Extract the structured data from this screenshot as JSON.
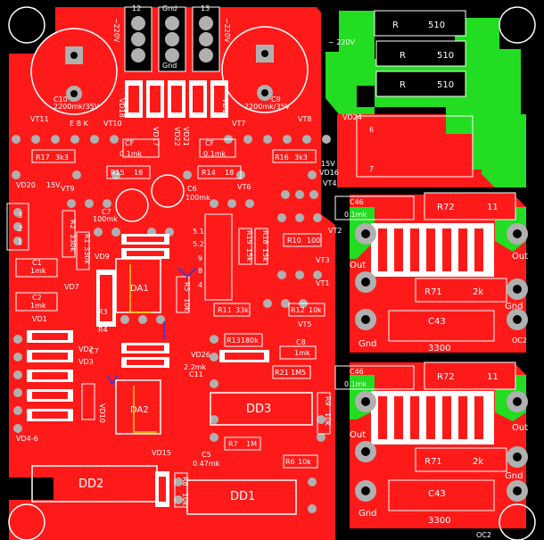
{
  "colors": {
    "background": "#000000",
    "copper_red": "#ff1a1a",
    "copper_green": "#22dd22",
    "pad_gray": "#b0b0b0",
    "silk": "#ffffff",
    "yellow": "#e8d000",
    "blue": "#1c3cff"
  },
  "labels": {
    "voltage_left": "~220V",
    "voltage_right": "~220V",
    "voltage_top_right": "~ 220V",
    "pin_12": "12",
    "pin_13": "13",
    "pin_gnd_top": "Gnd",
    "pin_gnd_bottom": "Gnd",
    "c10": "C10",
    "c10_val": "2200mk/35V",
    "c9": "C9",
    "c9_val": "2200mk/35V",
    "r_top1": "R",
    "r_top1_val": "510",
    "r_top2": "R",
    "r_top2_val": "510",
    "r_top3": "R",
    "r_top3_val": "510",
    "vt11": "VT11",
    "vt10": "VT10",
    "vt7": "VT7",
    "vt8": "VT8",
    "vt9": "VT9",
    "vt4": "VT4",
    "vt2": "VT2",
    "vt3": "VT3",
    "vt1": "VT1",
    "vt5": "VT5",
    "vt6": "VT6",
    "vd18_l": "VD18",
    "vd17": "VD17",
    "vd21": "VD21",
    "vd18_r": "VD18",
    "vd22": "VD22",
    "vd24": "VD24",
    "vd16": "VD16",
    "vd20": "VD20",
    "vd20_val": "15V",
    "vd9": "VD9",
    "vd7": "VD7",
    "vd1": "VD1",
    "vd2": "VD2",
    "vd3": "VD3",
    "vd4_6": "VD4-6",
    "vd10": "VD10",
    "vd15": "VD15",
    "vd26": "VD26",
    "cf_left": "CF",
    "cf_left_val": "0.1mk",
    "cf_right": "CF",
    "cf_right_val": "0.1mk",
    "r17": "R17",
    "r17_val": "3k3",
    "r16": "R16",
    "r16_val": "3k3",
    "r15": "R15",
    "r15_val": "18",
    "r14": "R14",
    "r14_val": "18",
    "c6": "C6",
    "c6_val": "100mk",
    "c7": "C7",
    "c7_val": "100mk",
    "r2": "R2",
    "r2_val": "330k",
    "r1": "R1",
    "r1_val": "330k",
    "c1": "C1",
    "c1_val": "1mk",
    "c2": "C2",
    "c2_val": "1mk",
    "da1": "DA1",
    "da2": "DA2",
    "r19": "R19",
    "r19_val": "15k",
    "r18": "R18",
    "r18_val": "15k",
    "r10": "R10",
    "r10_val": "100",
    "r5": "R5",
    "r5_val": "10k",
    "r11": "R11",
    "r11_val": "33k",
    "r12": "R12",
    "r12_val": "10k",
    "r13": "R13",
    "r13_val": "180k",
    "c8": "C8",
    "c8_val": "1mk",
    "r21": "R21",
    "r21_val": "1M5",
    "r3": "R3",
    "r4": "R4",
    "c11": "C11",
    "c11_val": "2.2mk",
    "dd3": "DD3",
    "r9": "R9",
    "r9_val": "10k",
    "r7": "R7",
    "r7_val": "1M",
    "r6": "R6",
    "r6_val": "10k",
    "c5": "C5",
    "c5_val": "0.47mk",
    "dd2": "DD2",
    "dd1": "DD1",
    "r8": "R8",
    "r8_val": "10k",
    "r72_a": "R72",
    "r72_a_val": "11",
    "r71_a": "R71",
    "r71_a_val": "2k",
    "c43_a": "C43",
    "c43_a_val": "3300",
    "c46_a": "C46",
    "c46_a_val": "0.1mk",
    "r72_b": "R72",
    "r72_b_val": "11",
    "r71_b": "R71",
    "r71_b_val": "2k",
    "c43_b": "C43",
    "c43_b_val": "3300",
    "c46_b": "C46",
    "c46_b_val": "0.1mk",
    "out_l1": "Out",
    "out_r1": "Out",
    "gnd_l1": "Gnd",
    "gnd_r1": "Gnd",
    "oc2_a": "OC2",
    "out_l2": "Out",
    "out_r2": "Out",
    "gnd_l2": "Gnd",
    "gnd_r2": "Gnd",
    "oc2_b": "OC2",
    "conn_6": "6",
    "conn_7": "7",
    "sv_15v": "15V",
    "pins_3": "3",
    "pins_2": "2",
    "pins_1": "1",
    "pins_5_1": "5.1",
    "pins_5_2": "5.2",
    "pins_9": "9",
    "pins_8": "8",
    "pins_4": "4",
    "ebk": "E B K"
  }
}
